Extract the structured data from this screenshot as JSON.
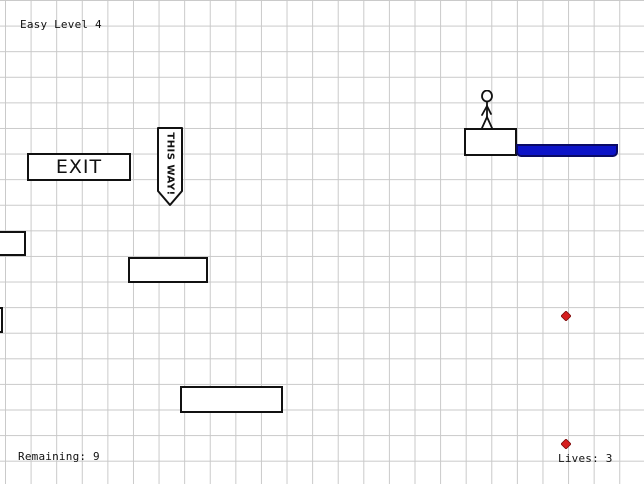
{
  "hud": {
    "level_title": "Easy Level 4",
    "remaining_label": "Remaining: 9",
    "lives_label": "Lives: 3"
  },
  "signs": {
    "exit_label": "EXIT",
    "arrow_label": "THIS WAY!"
  },
  "colors": {
    "water": "#0d14c8",
    "gem": "#d61f1f",
    "grid": "#c9c9c9",
    "ink": "#111111"
  },
  "icons": {
    "player": "stickman-icon",
    "collectible": "red-diamond-icon"
  }
}
